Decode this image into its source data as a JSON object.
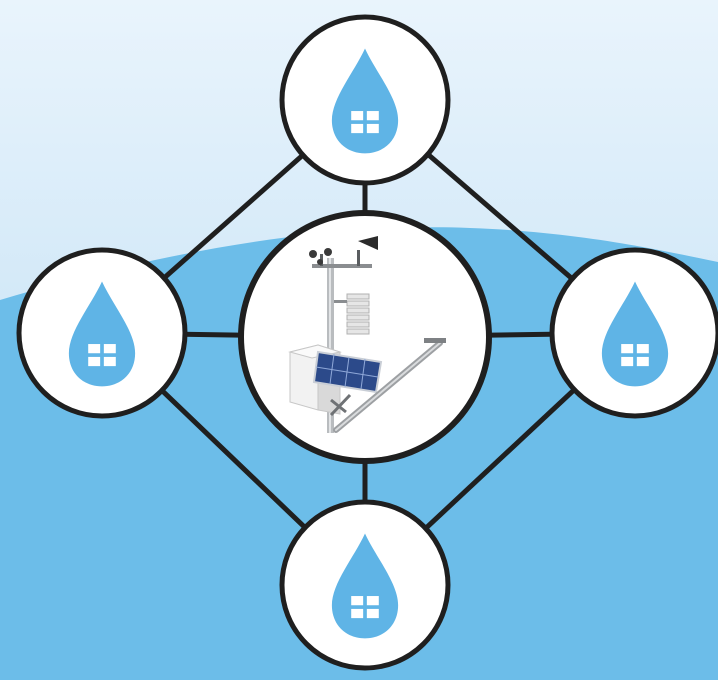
{
  "diagram": {
    "center": {
      "icon": "weather-station"
    },
    "nodes": [
      {
        "id": "top",
        "icon": "water-drop-house-icon"
      },
      {
        "id": "left",
        "icon": "water-drop-house-icon"
      },
      {
        "id": "right",
        "icon": "water-drop-house-icon"
      },
      {
        "id": "bottom",
        "icon": "water-drop-house-icon"
      }
    ],
    "connections": [
      [
        "top",
        "center"
      ],
      [
        "left",
        "center"
      ],
      [
        "right",
        "center"
      ],
      [
        "bottom",
        "center"
      ],
      [
        "top",
        "left"
      ],
      [
        "top",
        "right"
      ],
      [
        "left",
        "bottom"
      ],
      [
        "right",
        "bottom"
      ]
    ]
  },
  "colors": {
    "sky_top": "#e9f4fc",
    "sky_bottom": "#b8dbf3",
    "water": "#6cbde9",
    "drop": "#5fb4e6",
    "line": "#1f1f1f",
    "node_fill": "#ffffff"
  }
}
